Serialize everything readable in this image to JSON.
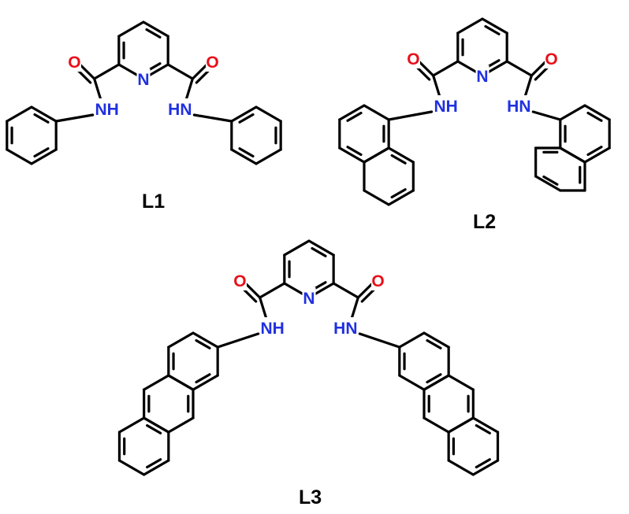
{
  "colors": {
    "bond": "#000000",
    "oxygen": "#e8101a",
    "nitrogen": "#2030e0",
    "caption": "#000000"
  },
  "elements": {
    "oxygen": "O",
    "nitrogen": "N",
    "amide_nh": "NH",
    "amide_hn": "HN"
  },
  "molecules": [
    {
      "id": "L1",
      "label": "L1",
      "aryl": "phenyl"
    },
    {
      "id": "L2",
      "label": "L2",
      "aryl": "1-naphthyl"
    },
    {
      "id": "L3",
      "label": "L3",
      "aryl": "2-anthryl"
    }
  ]
}
